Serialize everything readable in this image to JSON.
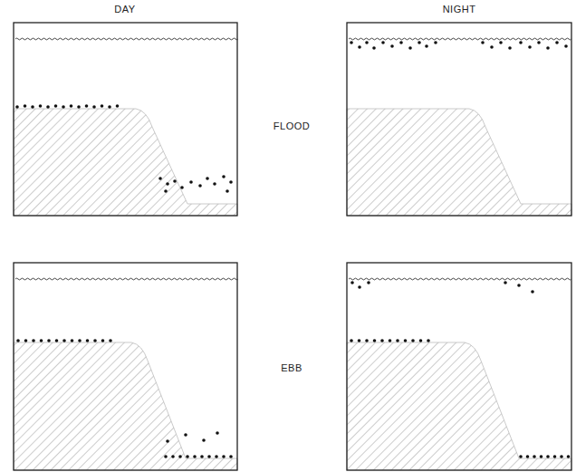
{
  "diagram": {
    "labels": [
      "DAY",
      "NIGHT",
      "FLOOD",
      "EBB"
    ]
  }
}
